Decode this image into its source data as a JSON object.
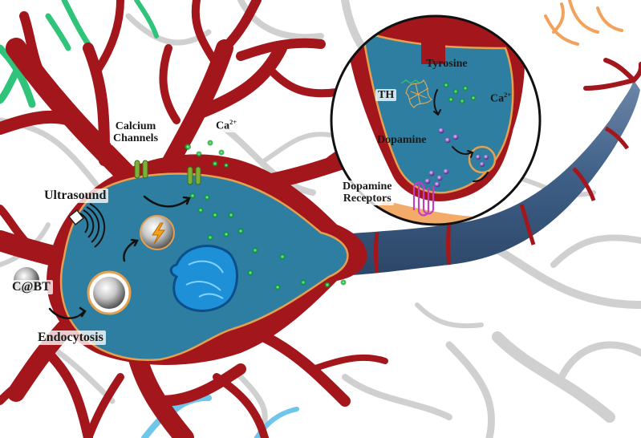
{
  "labels": {
    "calcium_channels_line1": "Calcium",
    "calcium_channels_line2": "Channels",
    "ca_main_base": "Ca",
    "ca_main_sup": "2+",
    "ultrasound": "Ultrasound",
    "cbt": "C@BT",
    "endocytosis": "Endocytosis",
    "tyrosine": "Tyrosine",
    "th": "TH",
    "ca_inset_base": "Ca",
    "ca_inset_sup": "2+",
    "dopamine": "Dopamine",
    "dopamine_receptors_line1": "Dopamine",
    "dopamine_receptors_line2": "Receptors"
  },
  "colors": {
    "neuron_red": "#a3161b",
    "cell_body_blue": "#2d7ea0",
    "nucleus_blue": "#1e90d8",
    "axon_blue": "#3a5f8a",
    "calcium_green": "#22c44a",
    "dopamine_purple": "#7a3fb0",
    "receptor_magenta": "#c040c0",
    "membrane_orange": "#e5a050",
    "background_glia_gray": "#d3d3d3"
  }
}
